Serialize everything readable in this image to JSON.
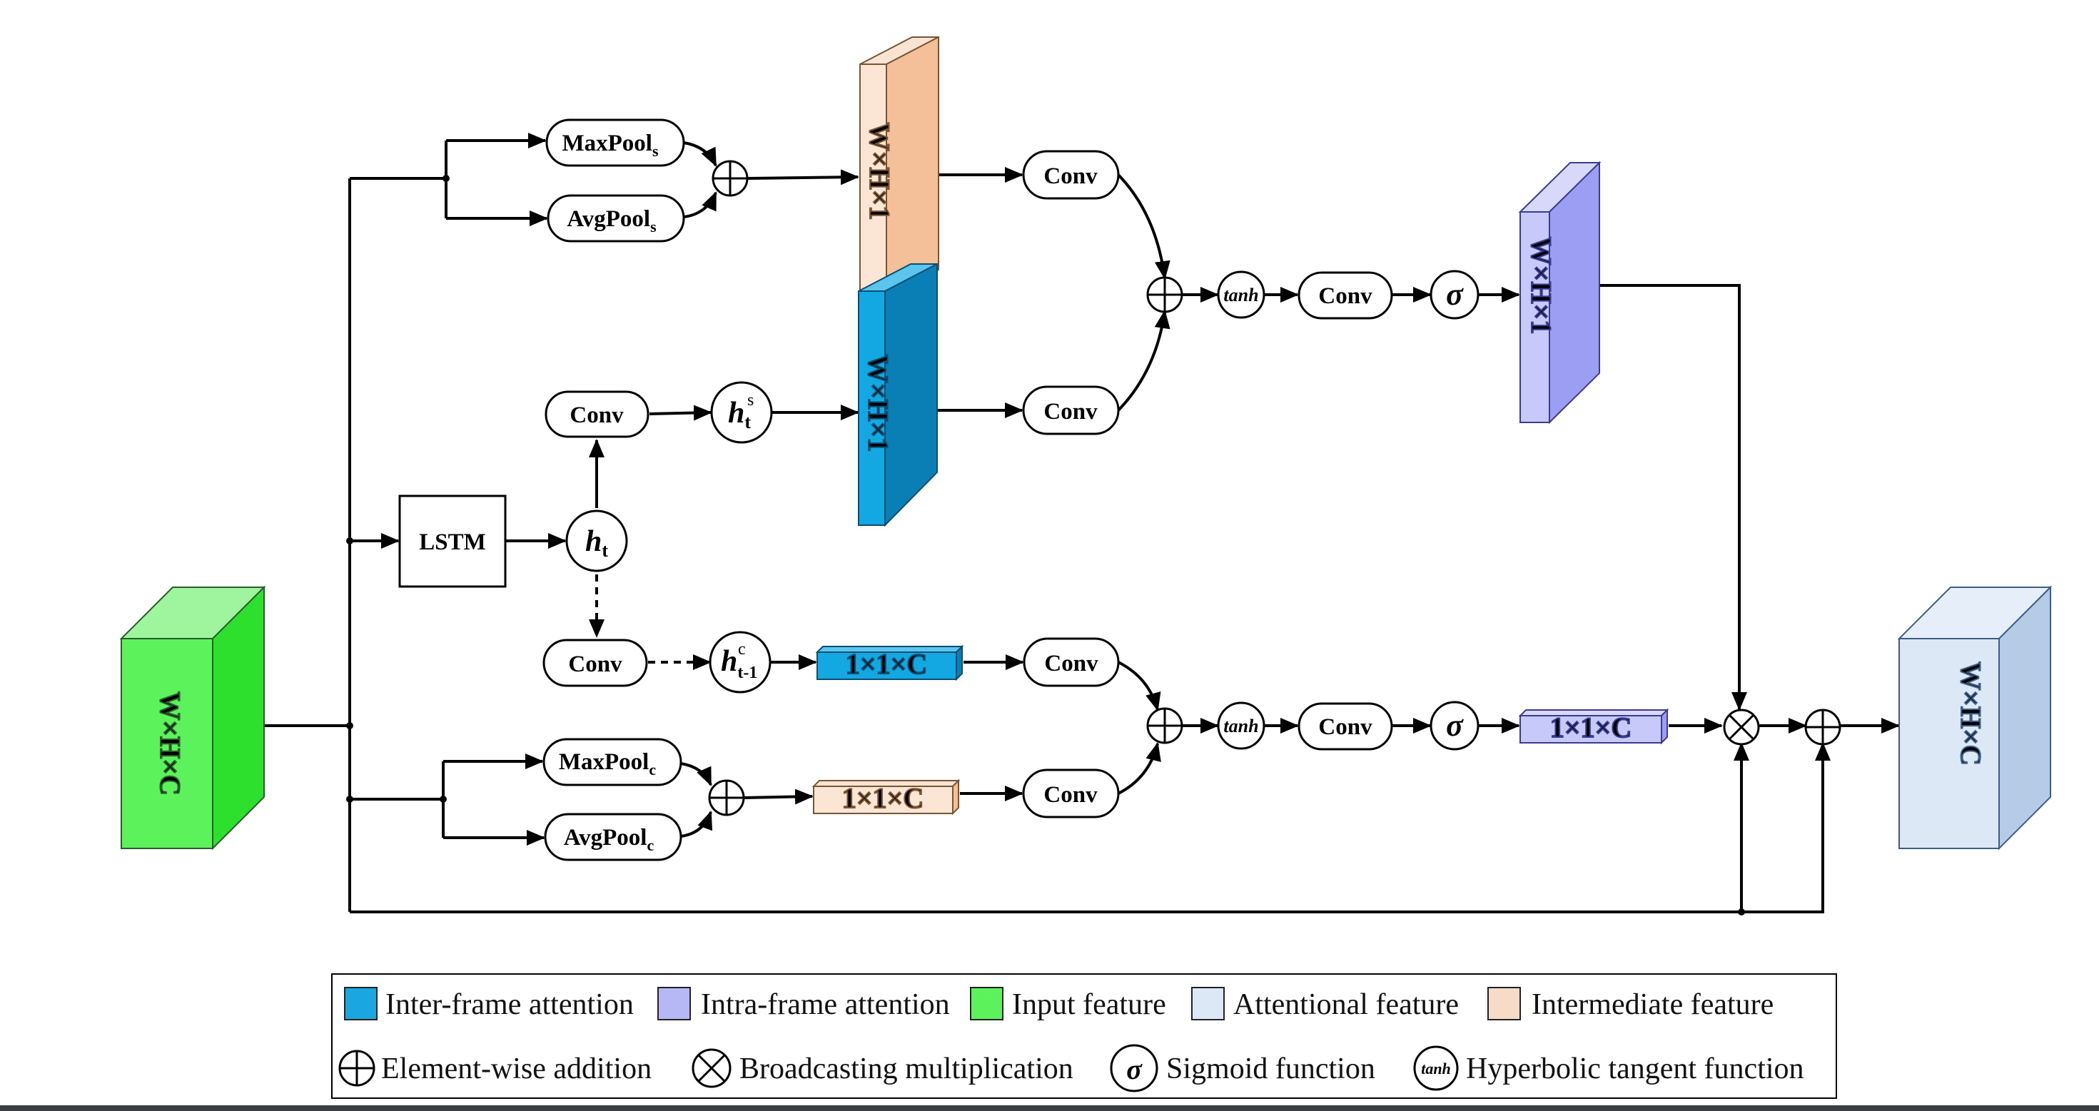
{
  "colors": {
    "inter_frame": "#1aa7e1",
    "intra_frame": "#b5b8f5",
    "input": "#5cf25c",
    "attentional": "#dce8f6",
    "intermediate": "#f6dcc8",
    "orange_front": "#f3c09a",
    "blue_front": "#0a9ad8",
    "purple_front": "#9b9ef3"
  },
  "blocks": {
    "input_label": "W×H×C",
    "output_label": "W×H×C",
    "spatial_mid_label": "W×H×1",
    "spatial_lstm_label": "W×H×1",
    "spatial_att_label": "W×H×1",
    "channel_lstm_label": "1×1×C",
    "channel_mid_label": "1×1×C",
    "channel_att_label": "1×1×C"
  },
  "nodes": {
    "maxpool_s": "MaxPool",
    "maxpool_s_sub": "s",
    "avgpool_s": "AvgPool",
    "avgpool_s_sub": "s",
    "maxpool_c": "MaxPool",
    "maxpool_c_sub": "c",
    "avgpool_c": "AvgPool",
    "avgpool_c_sub": "c",
    "lstm": "LSTM",
    "conv": "Conv",
    "h_t": "h",
    "h_t_sub": "t",
    "h_s": "h",
    "h_s_sub": "t",
    "h_s_sup": "s",
    "h_c": "h",
    "h_c_sub": "t-1",
    "h_c_sup": "c",
    "tanh": "tanh",
    "sigma": "σ"
  },
  "legend": {
    "inter_frame": "Inter-frame attention",
    "intra_frame": "Intra-frame attention",
    "input": "Input feature",
    "attentional": "Attentional feature",
    "intermediate": "Intermediate feature",
    "addition": "Element-wise addition",
    "multiplication": "Broadcasting multiplication",
    "sigmoid": "Sigmoid function",
    "tanh": "Hyperbolic tangent function"
  }
}
